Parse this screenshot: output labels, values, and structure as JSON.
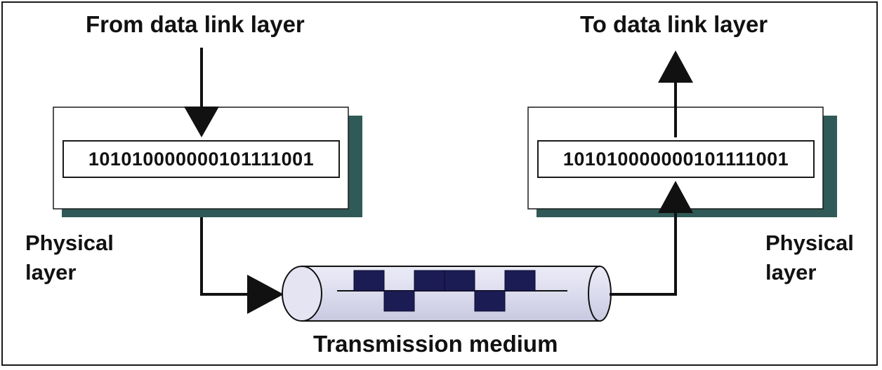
{
  "sender": {
    "input_label": "From data link layer",
    "bits": "10101000000010111100​1",
    "layer_label_line1": "Physical",
    "layer_label_line2": "layer"
  },
  "receiver": {
    "output_label": "To data link layer",
    "bits": "10101000000010111100​1",
    "layer_label_line1": "Physical",
    "layer_label_line2": "layer"
  },
  "medium": {
    "label": "Transmission medium",
    "signal_levels": [
      1,
      0,
      1,
      1,
      0,
      1
    ]
  },
  "colors": {
    "box_shadow": "#2f5a57",
    "pulse_fill": "#1c1c55",
    "tube_fill": "#dcdcef",
    "line": "#111111"
  }
}
